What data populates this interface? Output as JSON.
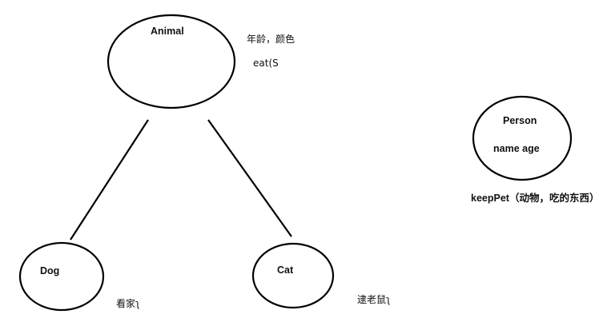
{
  "animal": {
    "name": "Animal",
    "attributes": "年龄，颜色",
    "method": "eat(S"
  },
  "dog": {
    "name": "Dog",
    "behavior": "看家ʅ"
  },
  "cat": {
    "name": "Cat",
    "behavior": "逮老鼠ʅ"
  },
  "person": {
    "name": "Person",
    "attributes": "name  age",
    "method": "keepPet（动物，吃的东西）"
  }
}
